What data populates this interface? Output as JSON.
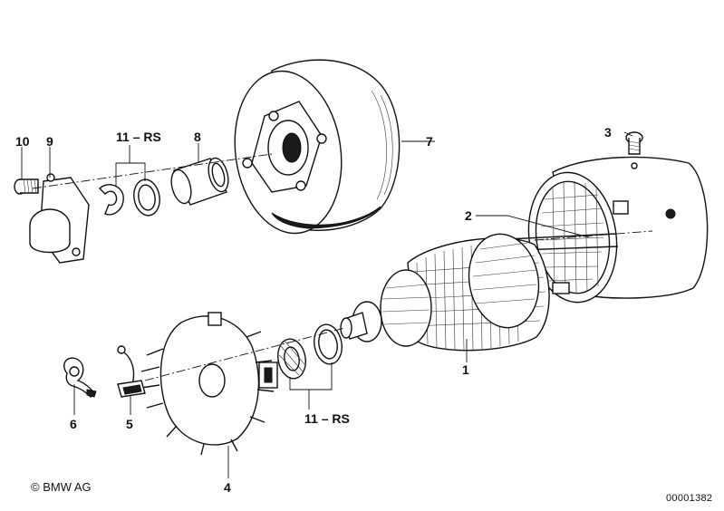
{
  "diagram": {
    "callouts": {
      "c1": "1",
      "c2": "2",
      "c3": "3",
      "c4": "4",
      "c5": "5",
      "c6": "6",
      "c7": "7",
      "c8": "8",
      "c9": "9",
      "c10": "10",
      "c11_top": "11 – RS",
      "c11_bottom": "11 – RS"
    },
    "copyright": "© BMW AG",
    "document_number": "00001382"
  }
}
